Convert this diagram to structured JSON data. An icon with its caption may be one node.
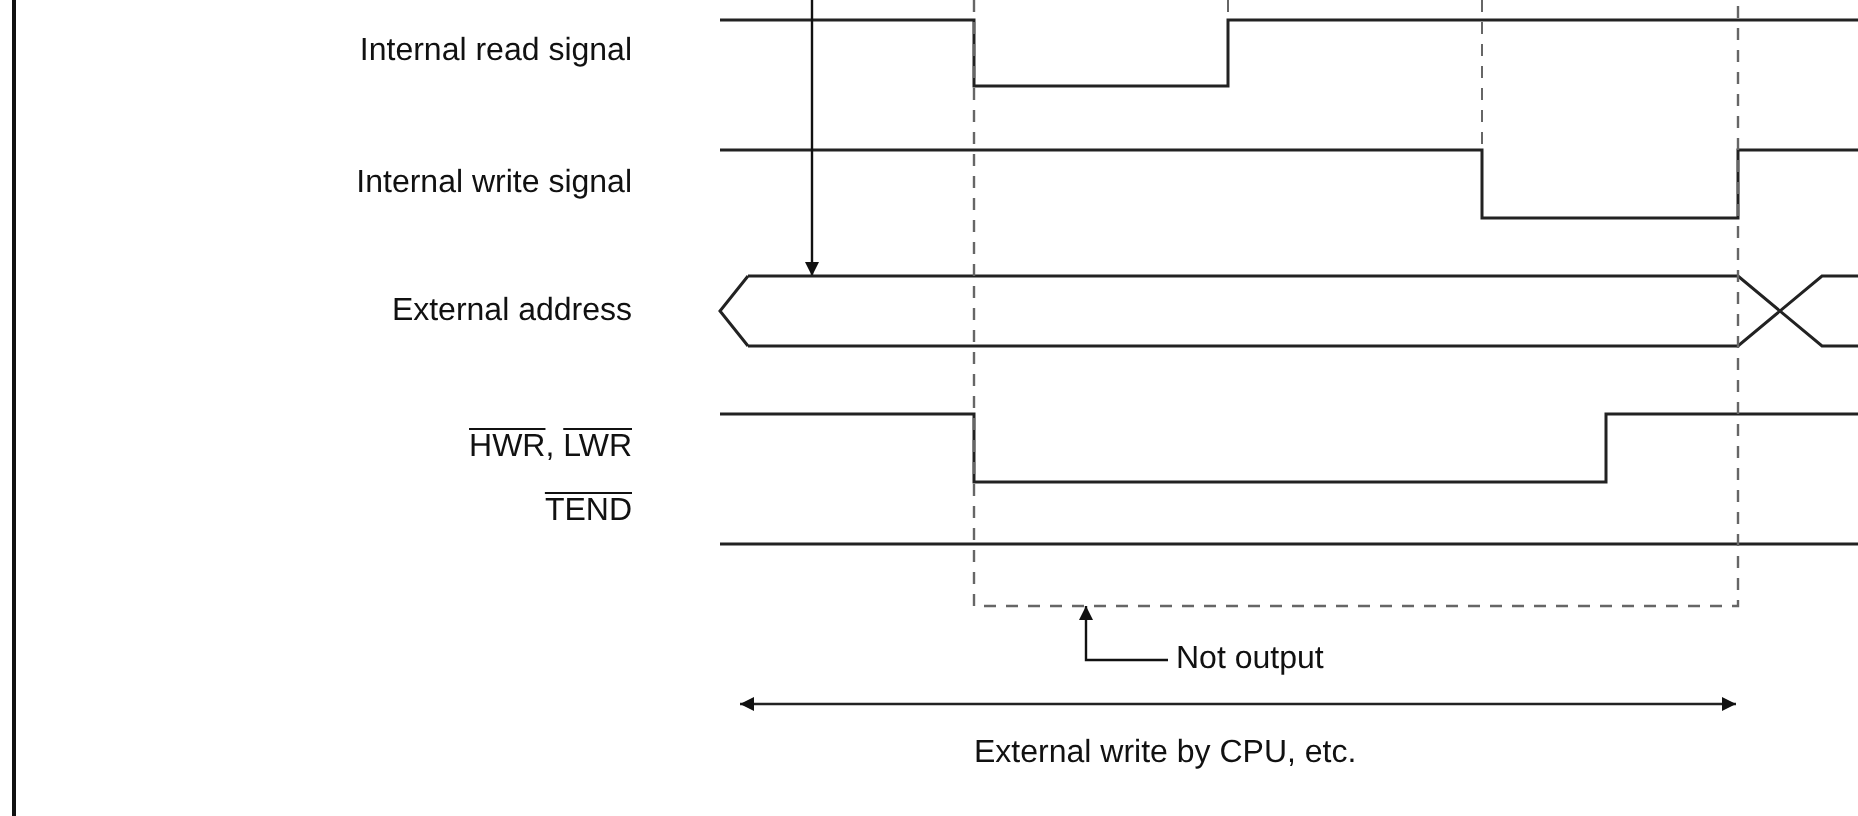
{
  "diagram": {
    "nodes": [
      {
        "text": [],
        "shape": "bar"
      },
      {
        "text": [],
        "shape": "box"
      },
      {
        "text": [
          "Not output"
        ]
      }
    ],
    "edges": [
      {
        "from": null,
        "to": 0,
        "arrow": "to"
      },
      {
        "from": 2,
        "to": 1,
        "arrow": "to"
      }
    ],
    "labels": [
      "Internal read signal",
      "Internal write signal",
      "External address",
      "HWR, LWR",
      "TEND",
      "External write by CPU, etc."
    ]
  }
}
